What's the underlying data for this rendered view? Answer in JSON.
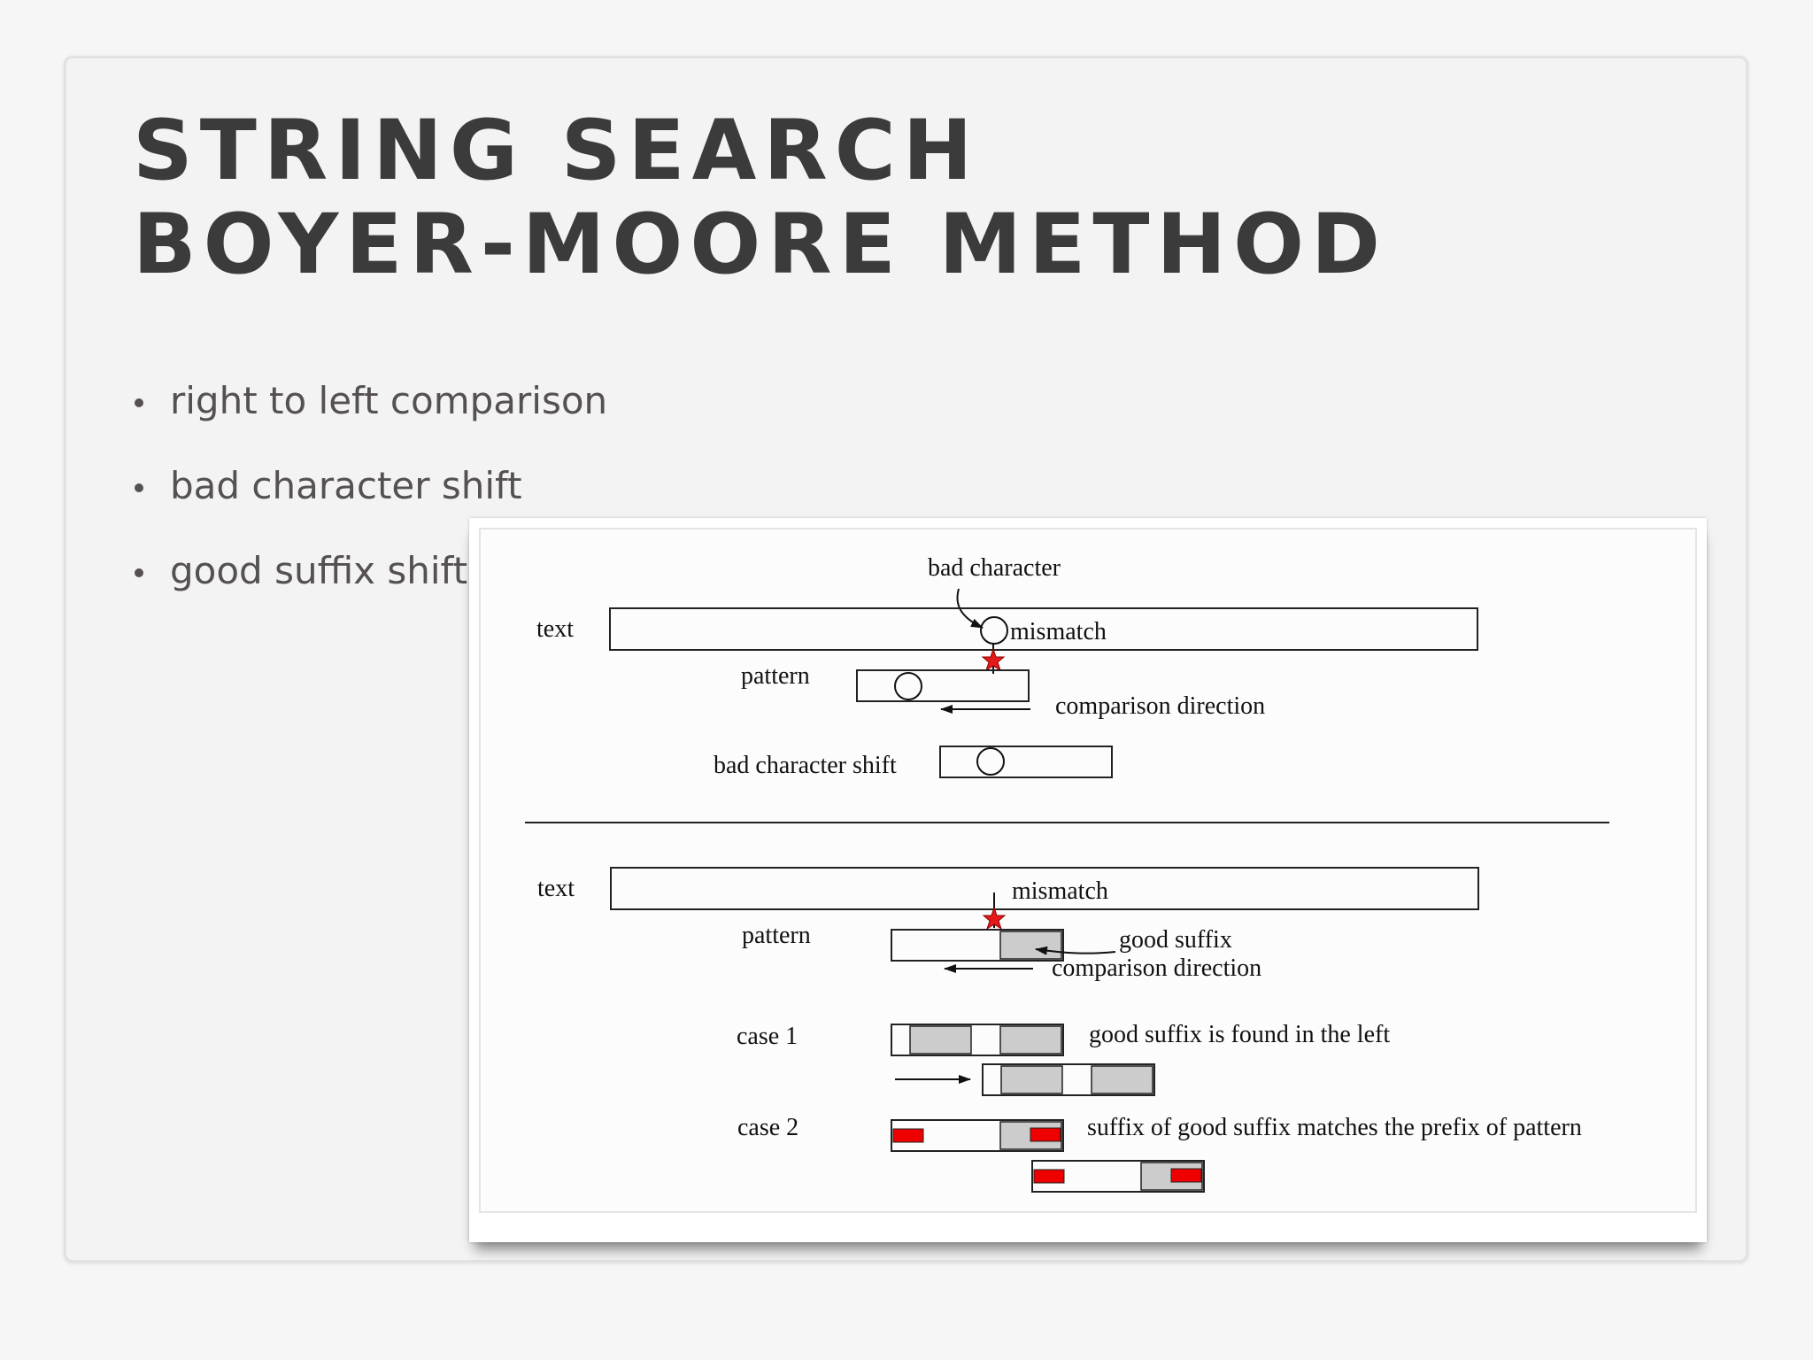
{
  "slide": {
    "title_line1": "STRING SEARCH",
    "title_line2": "BOYER-MOORE METHOD",
    "bullets": [
      "right to left comparison",
      "bad character shift",
      "good suffix shift"
    ]
  },
  "diagram": {
    "top": {
      "bad_character_label": "bad character",
      "text_label": "text",
      "mismatch_label": "mismatch",
      "pattern_label": "pattern",
      "comparison_direction_label": "comparison direction",
      "bad_character_shift_label": "bad character shift"
    },
    "bottom": {
      "text_label": "text",
      "mismatch_label": "mismatch",
      "pattern_label": "pattern",
      "good_suffix_label": "good suffix",
      "comparison_direction_label": "comparison direction",
      "case1_label": "case 1",
      "case1_desc": "good suffix is found in the left",
      "case2_label": "case 2",
      "case2_desc": "suffix of good suffix matches the prefix of pattern"
    },
    "colors": {
      "box_stroke": "#222222",
      "good_suffix_fill": "#cccccc",
      "mismatch_star": "#e41a1a",
      "prefix_fill": "#ee0000"
    }
  }
}
